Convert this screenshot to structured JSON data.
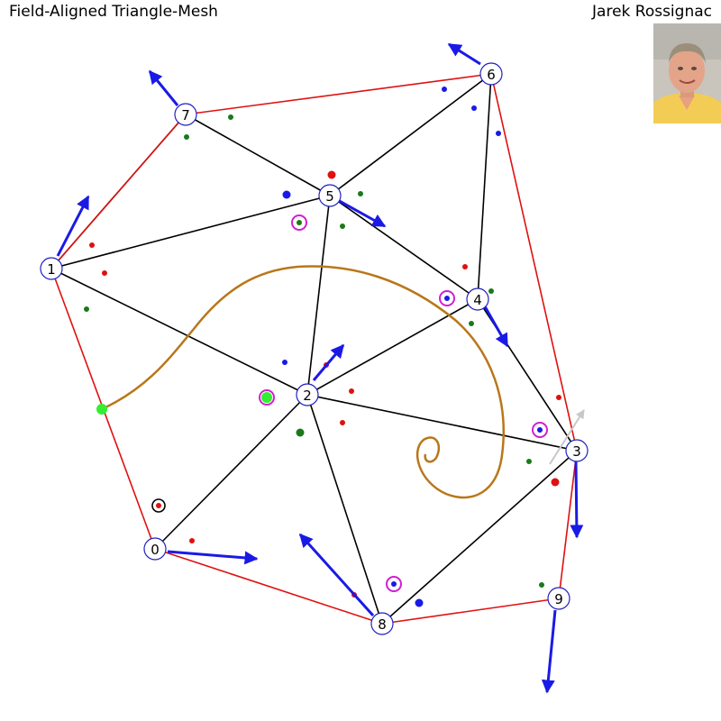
{
  "header": {
    "title": "Field-Aligned Triangle-Mesh",
    "author": "Jarek Rossignac"
  },
  "colors": {
    "boundary": "#e01010",
    "edge": "#000000",
    "arrow": "#1a1ae6",
    "curve": "#b8771a",
    "marker_ring": "#d020d0",
    "dot_red": "#e01010",
    "dot_green": "#1a7a1a",
    "dot_blue": "#1a1ae6",
    "curve_start": "#33ee33"
  },
  "mesh": {
    "vertices": [
      {
        "label": "0"
      },
      {
        "label": "1"
      },
      {
        "label": "2"
      },
      {
        "label": "3"
      },
      {
        "label": "4"
      },
      {
        "label": "5"
      },
      {
        "label": "6"
      },
      {
        "label": "7"
      },
      {
        "label": "8"
      },
      {
        "label": "9"
      }
    ]
  },
  "photo_icon": "author-portrait"
}
